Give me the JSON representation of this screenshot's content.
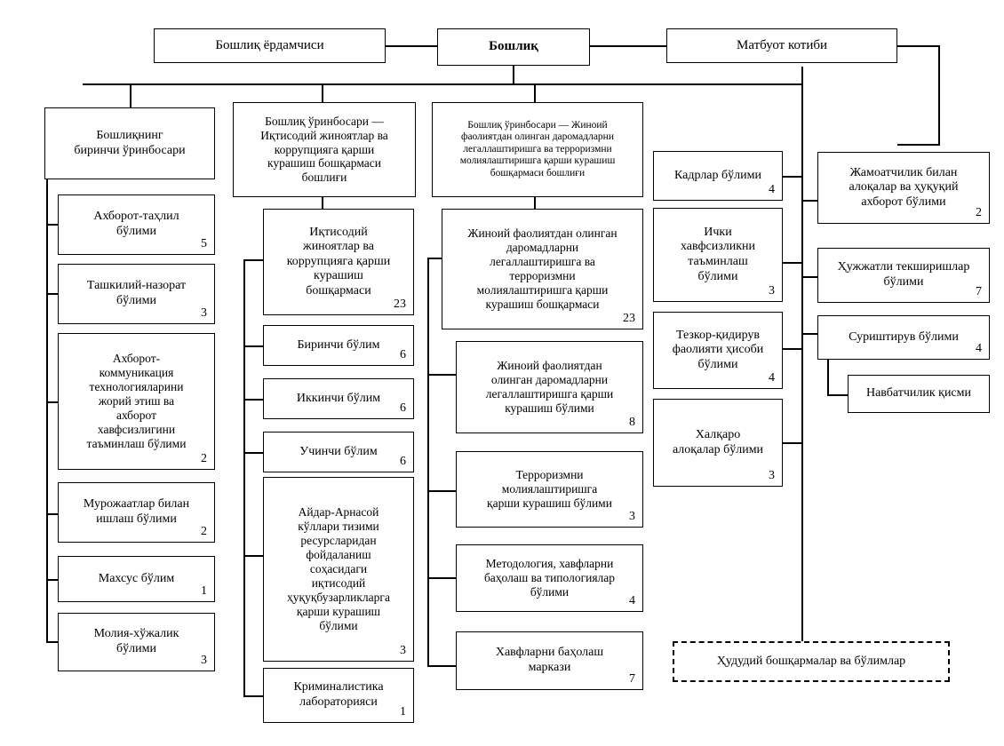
{
  "chart_title": "",
  "top_row": [
    {
      "id": "deputy-assistant",
      "label": "Бошлиқ ёрдамчиси",
      "count": ""
    },
    {
      "id": "chief",
      "label": "Бошлиқ",
      "count": ""
    },
    {
      "id": "press-secretary",
      "label": "Матбуот котиби",
      "count": ""
    }
  ],
  "col1": {
    "head": {
      "id": "first-deputy",
      "label": "Бошлиқнинг\nбиринчи ўринбосари",
      "count": ""
    },
    "items": [
      {
        "id": "info-analysis",
        "label": "Ахборот-таҳлил\nбўлими",
        "count": "5"
      },
      {
        "id": "org-control",
        "label": "Ташкилий-назорат\nбўлими",
        "count": "3"
      },
      {
        "id": "ict-security",
        "label": "Ахборот-\nкоммуникация\nтехнологияларини\nжорий этиш ва\nахборот\nхавфсизлигини\nтаъминлаш бўлими",
        "count": "2"
      },
      {
        "id": "appeals",
        "label": "Мурожаатлар билан\nишлаш бўлими",
        "count": "2"
      },
      {
        "id": "special-dept",
        "label": "Махсус бўлим",
        "count": "1"
      },
      {
        "id": "finance-economy",
        "label": "Молия-хўжалик\nбўлими",
        "count": "3"
      }
    ]
  },
  "col2": {
    "head": {
      "id": "deputy-econ-corruption",
      "label": "Бошлиқ ўринбосари —\nИқтисодий жиноятлар ва\nкоррупцияга қарши\nкурашиш бошқармаси\nбошлиғи",
      "count": ""
    },
    "items": [
      {
        "id": "econ-corruption-dept",
        "label": "Иқтисодий\nжиноятлар ва\nкоррупцияга қарши\nкурашиш\nбошқармаси",
        "count": "23"
      },
      {
        "id": "first-section",
        "label": "Биринчи бўлим",
        "count": "6"
      },
      {
        "id": "second-section",
        "label": "Иккинчи бўлим",
        "count": "6"
      },
      {
        "id": "third-section",
        "label": "Учинчи бўлим",
        "count": "6"
      },
      {
        "id": "aydar-arnasoy",
        "label": "Айдар-Арнасой\nкўллари тизими\nресурсларидан\nфойдаланиш\nсоҳасидаги\nиқтисодий\nҳуқуқбузарликларга\nқарши курашиш\nбўлими",
        "count": "3"
      },
      {
        "id": "criminalistics-lab",
        "label": "Криминалистика\nлабораторияси",
        "count": "1"
      }
    ]
  },
  "col3": {
    "head": {
      "id": "deputy-aml-cft",
      "label": "Бошлиқ ўринбосари — Жиноий\nфаолиятдан олинган даромадларни\nлегаллаштиришга ва терроризмни\nмолиялаштиришга қарши курашиш\nбошқармаси бошлиғи",
      "count": ""
    },
    "items": [
      {
        "id": "aml-cft-dept",
        "label": "Жиноий фаолиятдан олинган\nдаромадларни\nлегаллаштиришга ва\nтерроризмни\nмолиялаштиришга қарши\nкурашиш бошқармаси",
        "count": "23"
      },
      {
        "id": "aml-section",
        "label": "Жиноий фаолиятдан\nолинган даромадларни\nлегаллаштиришга қарши\nкурашиш бўлими",
        "count": "8"
      },
      {
        "id": "cft-section",
        "label": "Терроризмни\nмолиялаштиришга\nқарши курашиш бўлими",
        "count": "3"
      },
      {
        "id": "methodology",
        "label": "Методология, хавфларни\nбаҳолаш ва типологиялар\nбўлими",
        "count": "4"
      },
      {
        "id": "risk-center",
        "label": "Хавфларни баҳолаш\nмаркази",
        "count": "7"
      }
    ]
  },
  "col4": {
    "items": [
      {
        "id": "hr-dept",
        "label": "Кадрлар бўлими",
        "count": "4"
      },
      {
        "id": "internal-security",
        "label": "Ички\nхавфсизликни\nтаъминлаш\nбўлими",
        "count": "3"
      },
      {
        "id": "operative-search",
        "label": "Тезкор-қидирув\nфаолияти ҳисоби\nбўлими",
        "count": "4"
      },
      {
        "id": "international-relations",
        "label": "Халқаро\nалоқалар бўлими",
        "count": "3"
      }
    ]
  },
  "col5": {
    "items": [
      {
        "id": "public-relations",
        "label": "Жамоатчилик билан\nалоқалар ва ҳуқуқий\nахборот бўлими",
        "count": "2"
      },
      {
        "id": "document-inspection",
        "label": "Ҳужжатли текширишлар\nбўлими",
        "count": "7"
      },
      {
        "id": "inquiry-dept",
        "label": "Суриштирув бўлими",
        "count": "4"
      },
      {
        "id": "duty-unit",
        "label": "Навбатчилик қисми",
        "count": ""
      }
    ]
  },
  "footer": {
    "regional": {
      "id": "regional-depts",
      "label": "Ҳудудий бошқармалар ва бўлимлар",
      "count": ""
    }
  },
  "colors": {
    "line": "#000000",
    "box_bg": "#ffffff",
    "text": "#000000"
  }
}
